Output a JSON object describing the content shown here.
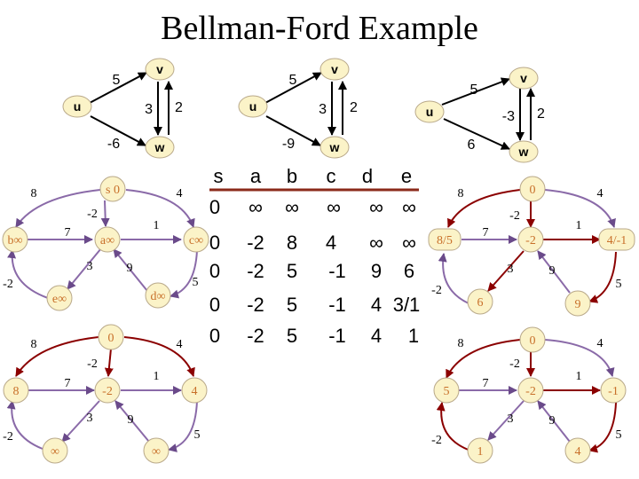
{
  "title": "Bellman-Ford Example",
  "small_graphs": [
    {
      "nodes": {
        "u": "u",
        "v": "v",
        "w": "w"
      },
      "weights": {
        "uv": "5",
        "vw_a": "3",
        "vw_b": "2",
        "uw": "-6"
      }
    },
    {
      "nodes": {
        "u": "u",
        "v": "v",
        "w": "w"
      },
      "weights": {
        "uv": "5",
        "vw_a": "3",
        "vw_b": "2",
        "uw": "-9"
      }
    },
    {
      "nodes": {
        "u": "u",
        "v": "v",
        "w": "w"
      },
      "weights": {
        "uv": "5",
        "vw_a": "-3",
        "vw_b": "2",
        "uw": "6"
      }
    }
  ],
  "graph_weights": {
    "s_b": "8",
    "s_a": "-2",
    "s_c": "4",
    "b_a": "7",
    "a_c": "1",
    "a_e": "3",
    "e_b": "-2",
    "d_a": "9",
    "c_d": "5"
  },
  "graphs": [
    {
      "s": "s 0",
      "a": "a∞",
      "b": "b∞",
      "c": "c∞",
      "d": "d∞",
      "e": "e∞"
    },
    {
      "s": "0",
      "a": "-2",
      "b": "8",
      "c": "4",
      "d": "∞",
      "e": "∞"
    },
    {
      "s": "0",
      "a": "-2",
      "b": "8/5",
      "c": "4/-1",
      "d": "9",
      "e": "6"
    },
    {
      "s": "0",
      "a": "-2",
      "b": "5",
      "c": "-1",
      "d": "4",
      "e": "1"
    }
  ],
  "table": {
    "headers": [
      "s",
      "a",
      "b",
      "c",
      "d",
      "e"
    ],
    "rows": [
      [
        "0",
        "∞",
        "∞",
        "∞",
        "∞",
        "∞"
      ],
      [
        "0",
        "-2",
        "8",
        "4",
        "∞",
        "∞"
      ],
      [
        "0",
        "-2",
        "5",
        "-1",
        "9",
        "6"
      ],
      [
        "0",
        "-2",
        "5",
        "-1",
        "4",
        "3/1"
      ],
      [
        "0",
        "-2",
        "5",
        "-1",
        "4",
        "1"
      ]
    ]
  },
  "colors": {
    "node_fill": "#fbf3c8",
    "node_stroke": "#b9a98a",
    "node_text": "#c8702a",
    "edge": "#8a6aa8",
    "red_edge": "#8b0000",
    "table_rule": "#8b2a1a"
  }
}
